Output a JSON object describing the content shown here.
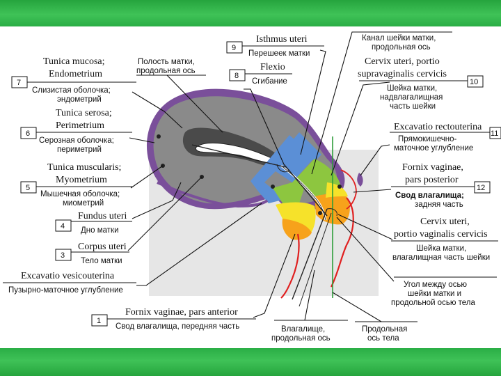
{
  "labels": {
    "n1": {
      "num": "1",
      "lat": "Fornix vaginae, pars anterior",
      "rus": "Свод влагалища, передняя часть"
    },
    "n3": {
      "num": "3",
      "lat": "Corpus uteri",
      "rus": "Тело матки"
    },
    "n4": {
      "num": "4",
      "lat": "Fundus uteri",
      "rus": "Дно матки"
    },
    "n5": {
      "num": "5",
      "lat1": "Tunica muscularis;",
      "lat2": "Myometrium",
      "rus1": "Мышечная оболочка;",
      "rus2": "миометрий"
    },
    "n6": {
      "num": "6",
      "lat1": "Tunica serosa;",
      "lat2": "Perimetrium",
      "rus1": "Серозная оболочка;",
      "rus2": "периметрий"
    },
    "n7": {
      "num": "7",
      "lat1": "Tunica mucosa;",
      "lat2": "Endometrium",
      "rus1": "Слизистая оболочка;",
      "rus2": "эндометрий"
    },
    "n8": {
      "num": "8",
      "lat": "Flexio",
      "rus": "Сгибание"
    },
    "n9": {
      "num": "9",
      "lat": "Isthmus uteri",
      "rus": "Перешеек матки"
    },
    "n10": {
      "num": "10",
      "lat1": "Cervix uteri, portio",
      "lat2": "supravaginalis cervicis",
      "rus1": "Шейка матки,",
      "rus2": "надвлагалищная",
      "rus3": "часть шейки"
    },
    "n11": {
      "num": "11",
      "lat": "Excavatio rectouterina",
      "rus1": "Прямокишечно-",
      "rus2": "маточное углубление"
    },
    "n12": {
      "num": "12",
      "lat1": "Fornix vaginae,",
      "lat2": "pars posterior",
      "rus1": "Свод влагалища;",
      "rus2": "задняя часть"
    },
    "cervix_vag": {
      "lat1": "Cervix uteri,",
      "lat2": "portio vaginalis cervicis",
      "rus1": "Шейка матки,",
      "rus2": "влагалищная часть шейки"
    },
    "vesico": {
      "lat": "Excavatio vesicouterina",
      "rus": "Пузырно-маточное углубление"
    },
    "cavity": {
      "rus1": "Полость матки,",
      "rus2": "продольная ось"
    },
    "canal": {
      "rus1": "Канал шейки матки,",
      "rus2": "продольная ось"
    },
    "angle": {
      "rus1": "Угол между осью",
      "rus2": "шейки матки и",
      "rus3": "продольной осью тела"
    },
    "vagina_axis": {
      "rus1": "Влагалище,",
      "rus2": "продольная ось"
    },
    "body_axis": {
      "rus1": "Продольная",
      "rus2": "ось тела"
    }
  },
  "colors": {
    "serosa": "#7a4f9a",
    "myometrium": "#8c8c8c",
    "endometrium": "#474747",
    "cervix_blue": "#5b8fd6",
    "isthmus_green": "#8dc63f",
    "vaginal_orange": "#f7a21b",
    "yellow": "#f6e22a",
    "red_outline": "#e02020",
    "axis_green": "#2e9d3a",
    "background_panel": "#e6e6e6"
  }
}
